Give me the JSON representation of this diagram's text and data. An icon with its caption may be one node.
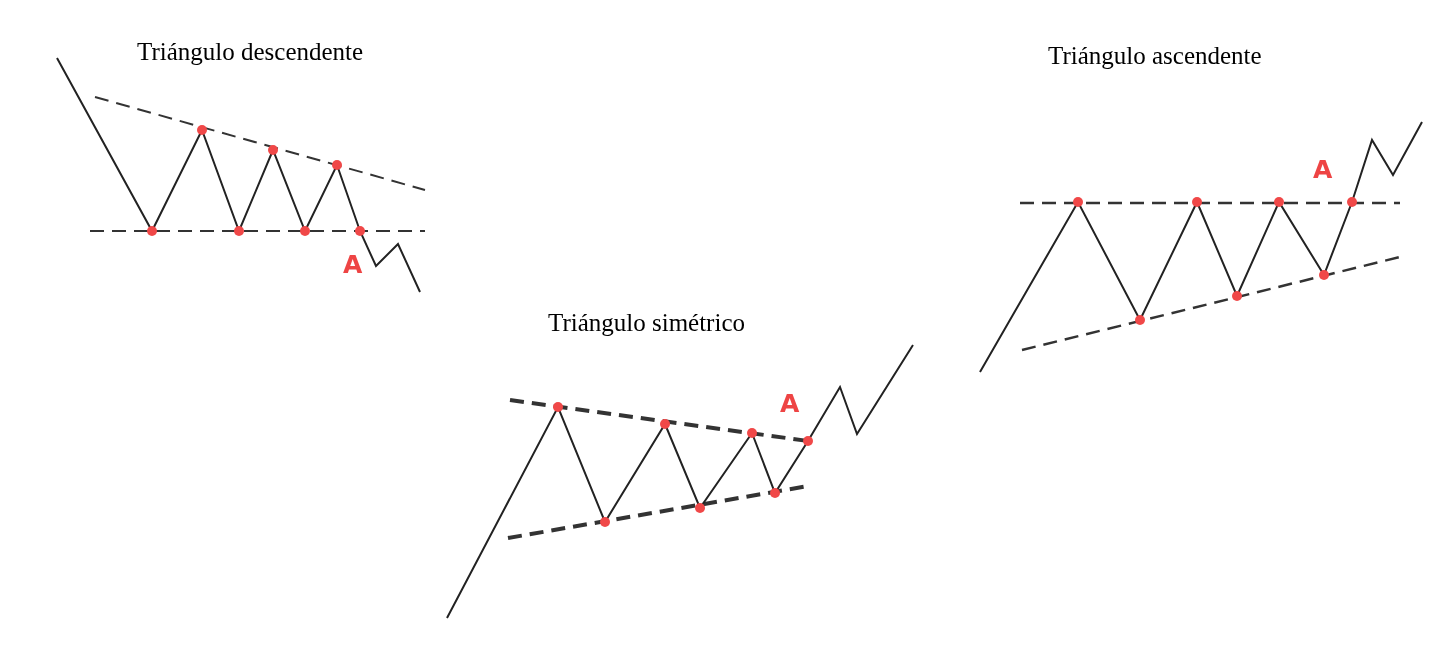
{
  "diagram": {
    "labels": [
      "Triángulo descendente",
      "Triángulo ascendente",
      "A",
      "A",
      "Triángulo simétrico",
      "A"
    ]
  }
}
